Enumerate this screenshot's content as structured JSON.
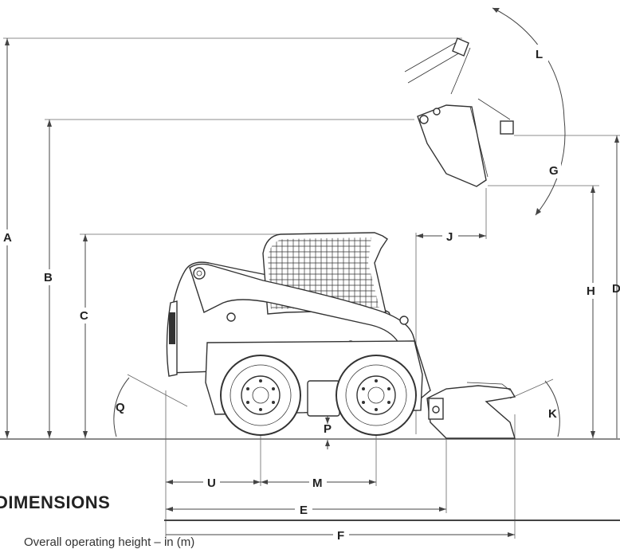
{
  "dimension_labels": {
    "A": "A",
    "B": "B",
    "C": "C",
    "D": "D",
    "E": "E",
    "F": "F",
    "G": "G",
    "H": "H",
    "J": "J",
    "K": "K",
    "L": "L",
    "M": "M",
    "P": "P",
    "Q": "Q",
    "U": "U"
  },
  "section": {
    "title": "DIMENSIONS"
  },
  "spec_rows": [
    {
      "text": "Overall operating height – in (m)"
    }
  ]
}
